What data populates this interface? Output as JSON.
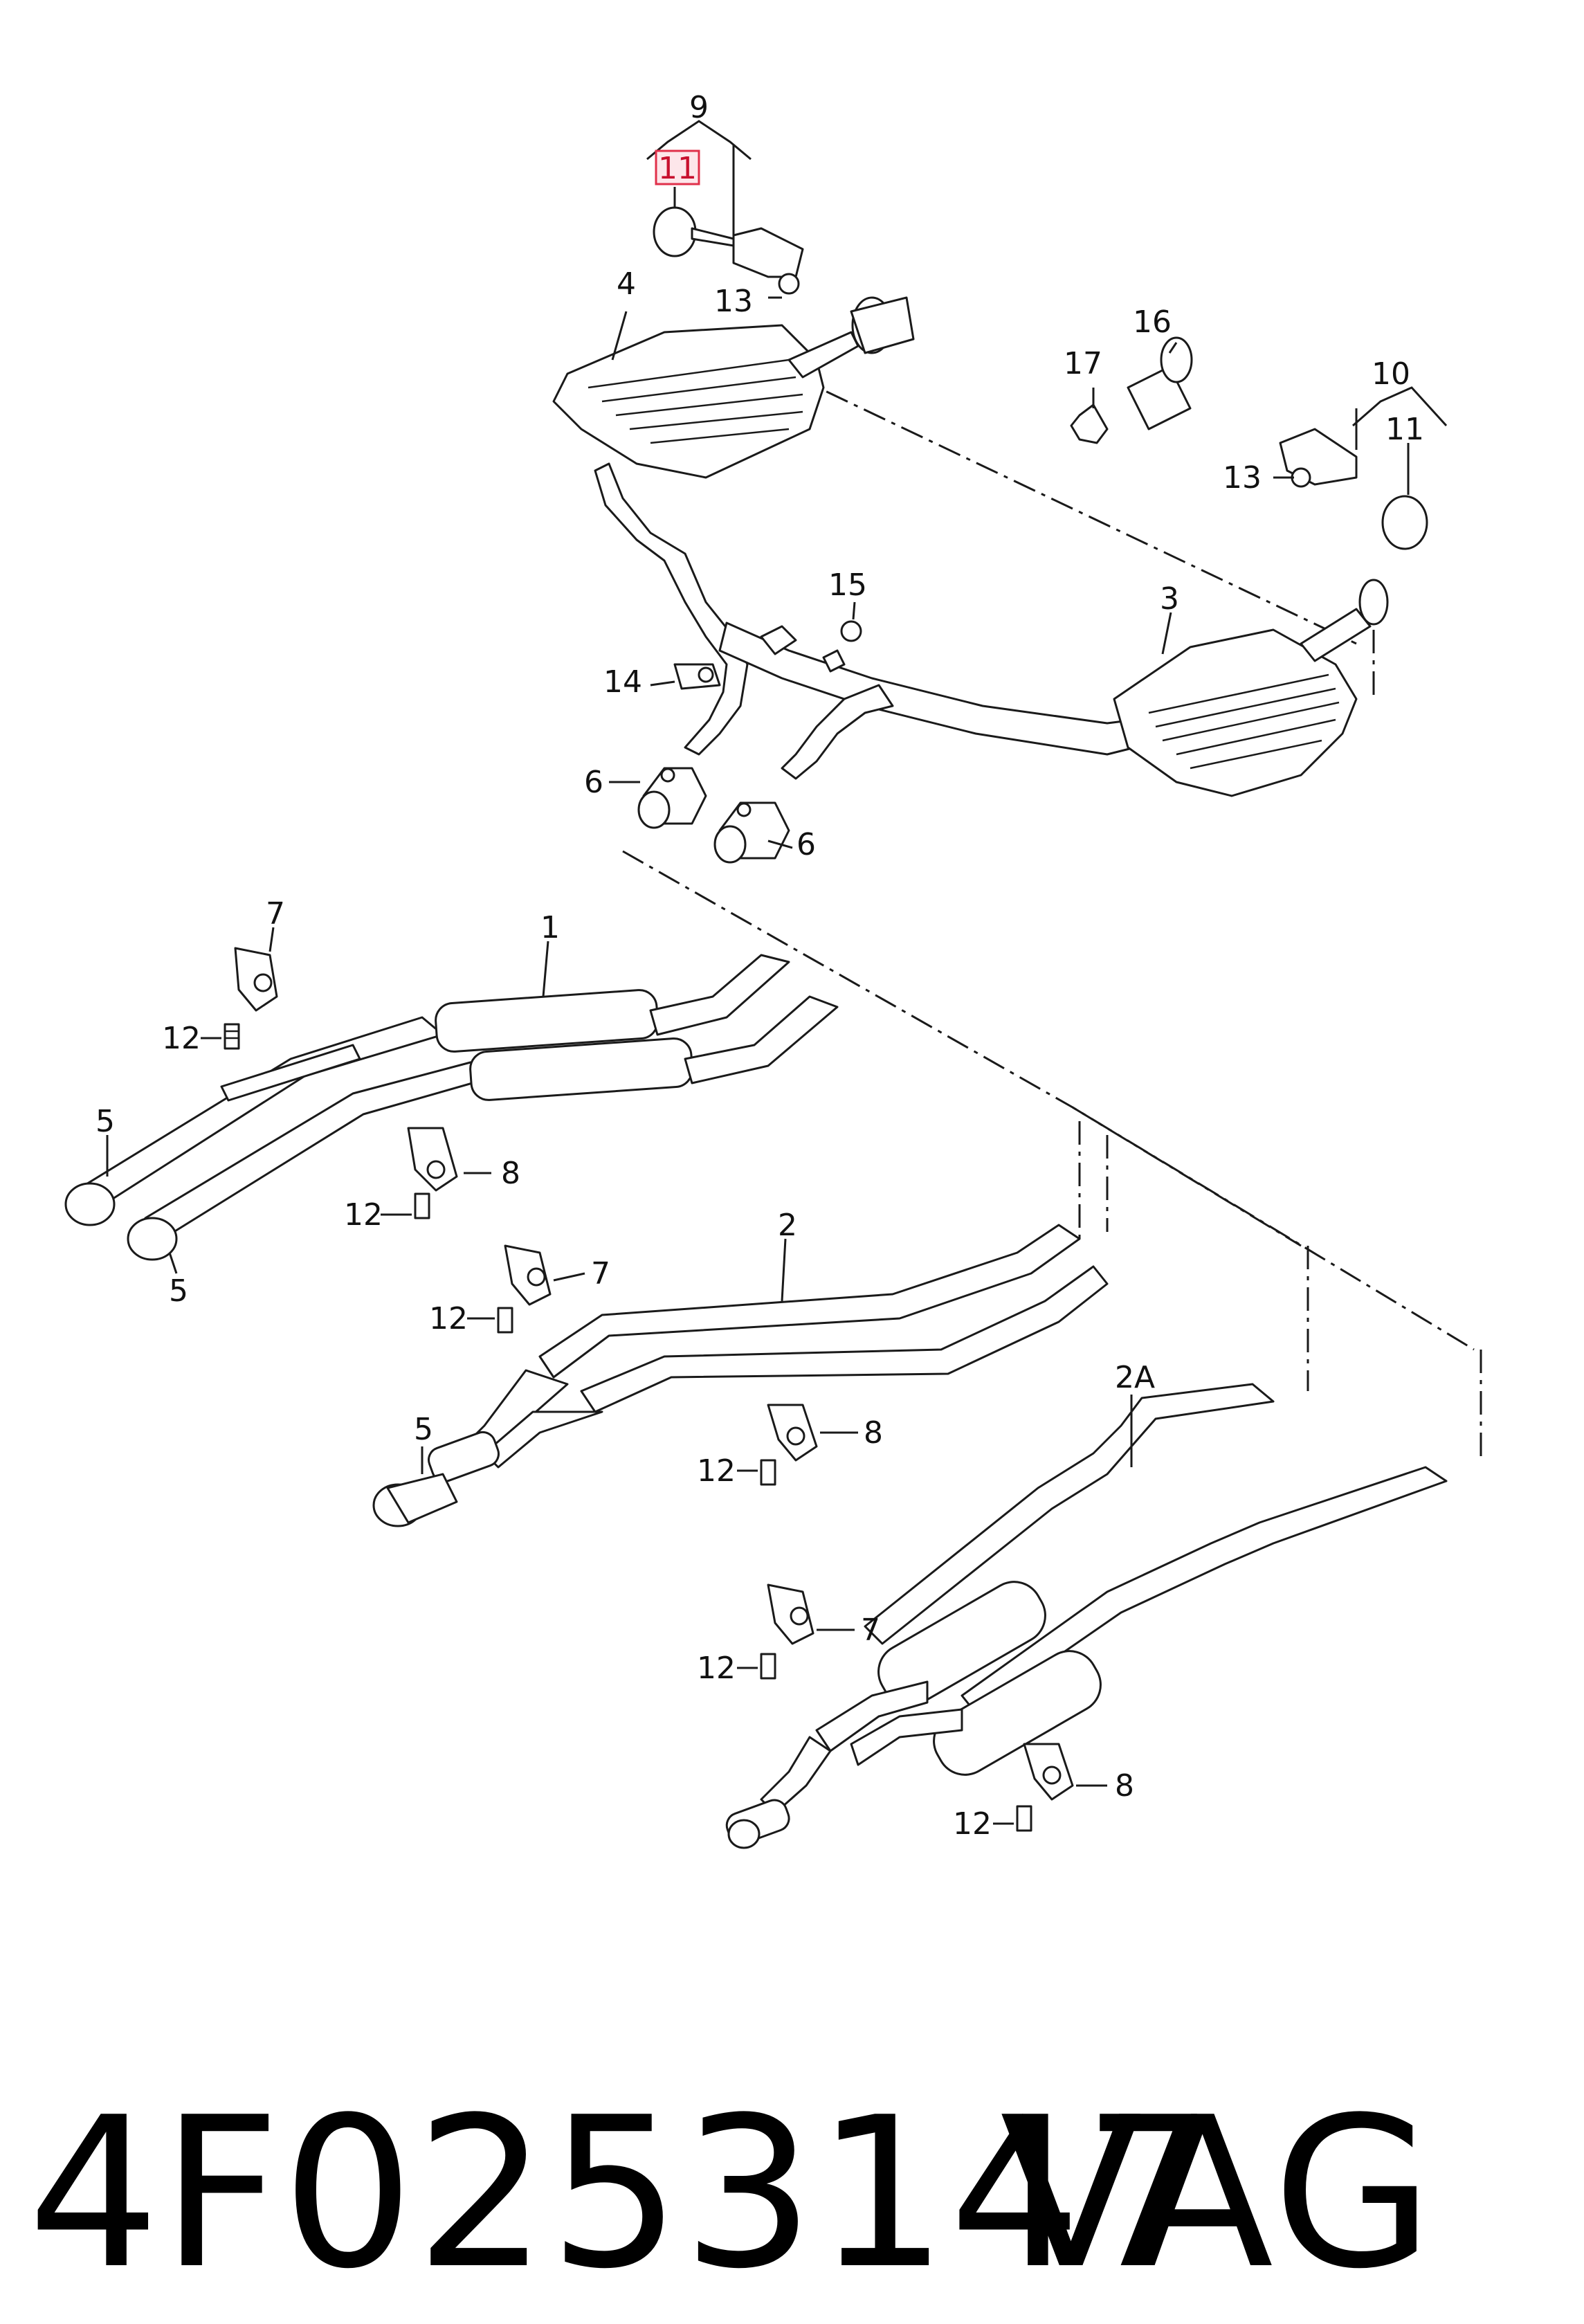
{
  "callouts": {
    "c1": "1",
    "c2": "2",
    "c2a": "2A",
    "c3": "3",
    "c4": "4",
    "c5": "5",
    "c6": "6",
    "c7": "7",
    "c8": "8",
    "c9": "9",
    "c10": "10",
    "c11": "11",
    "c12": "12",
    "c13": "13",
    "c14": "14",
    "c15": "15",
    "c16": "16",
    "c17": "17"
  },
  "highlighted_callout": "11",
  "footer": {
    "part_number": "4F0253147",
    "brand": "VAG"
  },
  "colors": {
    "line": "#1a1a1a",
    "highlight_stroke": "#e0304a",
    "highlight_fill": "#fde6ea",
    "background": "#ffffff"
  }
}
